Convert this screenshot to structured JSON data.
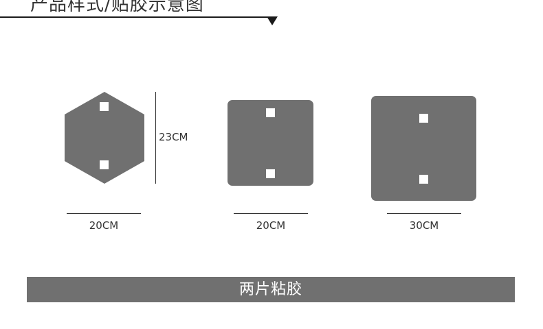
{
  "header": {
    "title": "产品样式/贴胶示意图"
  },
  "shapes": {
    "hexagon": {
      "width_label": "20CM",
      "height_label": "23CM"
    },
    "square_small": {
      "width_label": "20CM"
    },
    "square_large": {
      "width_label": "30CM"
    }
  },
  "banner": {
    "text": "两片粘胶"
  },
  "colors": {
    "shape_fill": "#707070",
    "banner_fill": "#707070",
    "line": "#1a1a1a"
  }
}
